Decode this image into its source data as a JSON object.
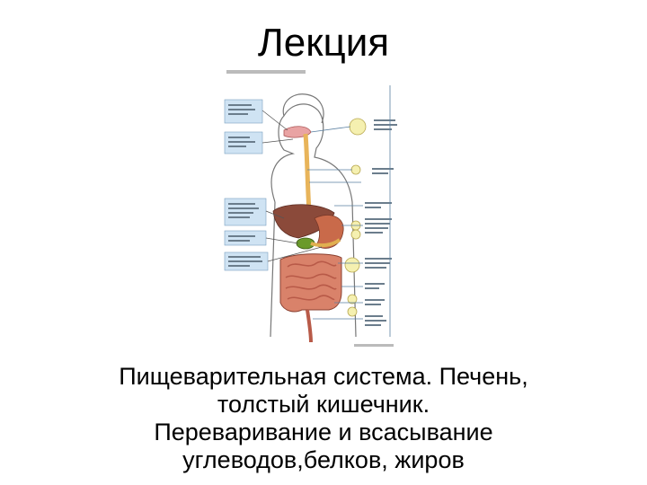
{
  "slide": {
    "title": "Лекция",
    "subtitle_lines": [
      "Пищеварительная система. Печень,",
      "толстый кишечник.",
      "Переваривание и всасывание",
      "углеводов,белков, жиров"
    ]
  },
  "colors": {
    "esophagus": "#e8b45a",
    "liver": "#8b4a3a",
    "stomach": "#c96a4a",
    "gallbladder": "#6a9a2a",
    "intestine": "#d9826a",
    "label_box": "#cfe3f3",
    "callout_circle": "#f5f0b0",
    "outline": "#555555"
  }
}
